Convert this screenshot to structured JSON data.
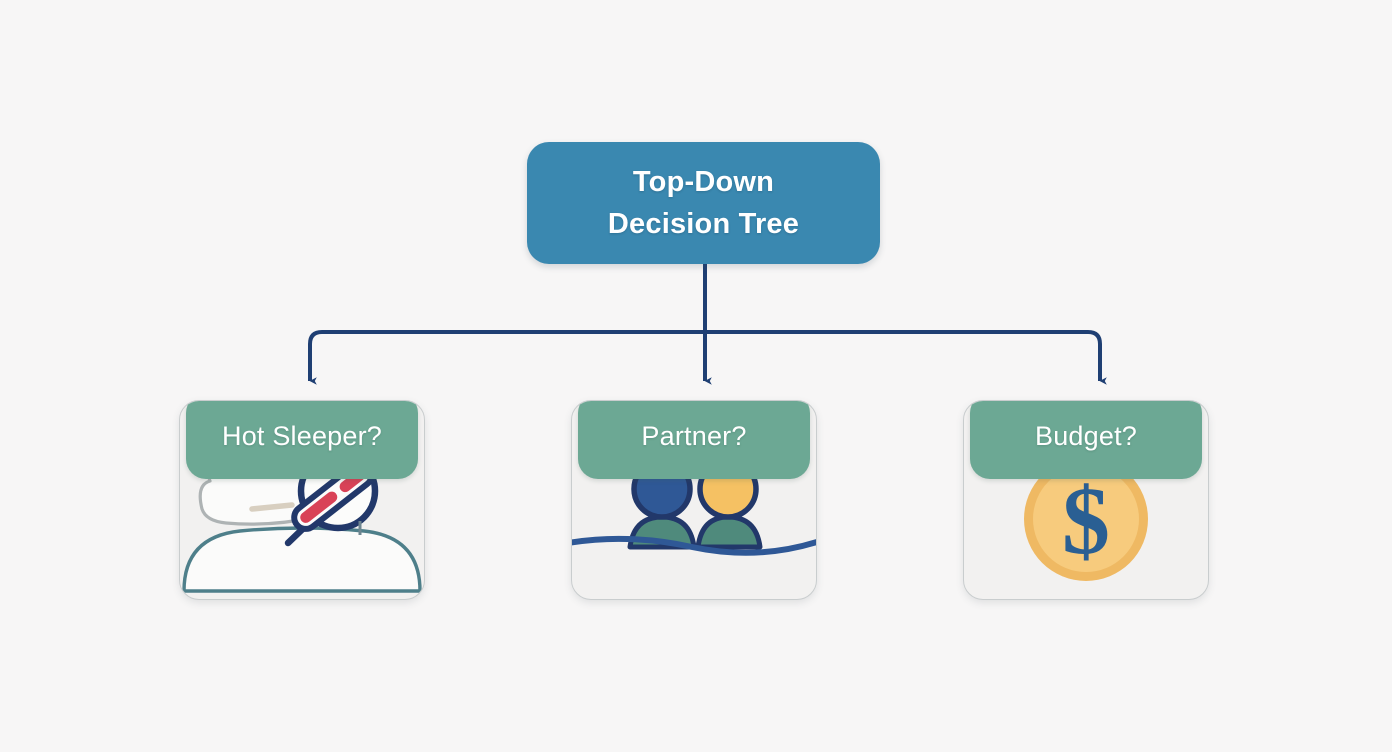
{
  "diagram": {
    "title": "Top-Down Decision Tree",
    "background_color": "#f7f6f6",
    "connector_color": "#1f3f73",
    "root": {
      "label": "Top-Down\nDecision Tree",
      "line1": "Top-Down",
      "line2": "Decision Tree",
      "fill_color": "#3a88b0",
      "text_color": "#ffffff"
    },
    "children": [
      {
        "id": "hot-sleeper",
        "label": "Hot Sleeper?",
        "header_color": "#6ca894",
        "body_color": "#f2f1f0",
        "icon": "bed-thermometer-icon",
        "icon_description": "Pillow and blanket with a red thermometer in a magnifier circle",
        "accent_color": "#d94257"
      },
      {
        "id": "partner",
        "label": "Partner?",
        "header_color": "#6ca894",
        "body_color": "#f2f1f0",
        "icon": "two-people-in-bed-icon",
        "icon_description": "Two figures under a blanket, one blue head one yellow head",
        "accent_color": "#f5c163"
      },
      {
        "id": "budget",
        "label": "Budget?",
        "header_color": "#6ca894",
        "body_color": "#f2f1f0",
        "icon": "dollar-coin-icon",
        "icon_description": "Gold coin with a dollar sign",
        "accent_color": "#f5c163"
      }
    ]
  }
}
